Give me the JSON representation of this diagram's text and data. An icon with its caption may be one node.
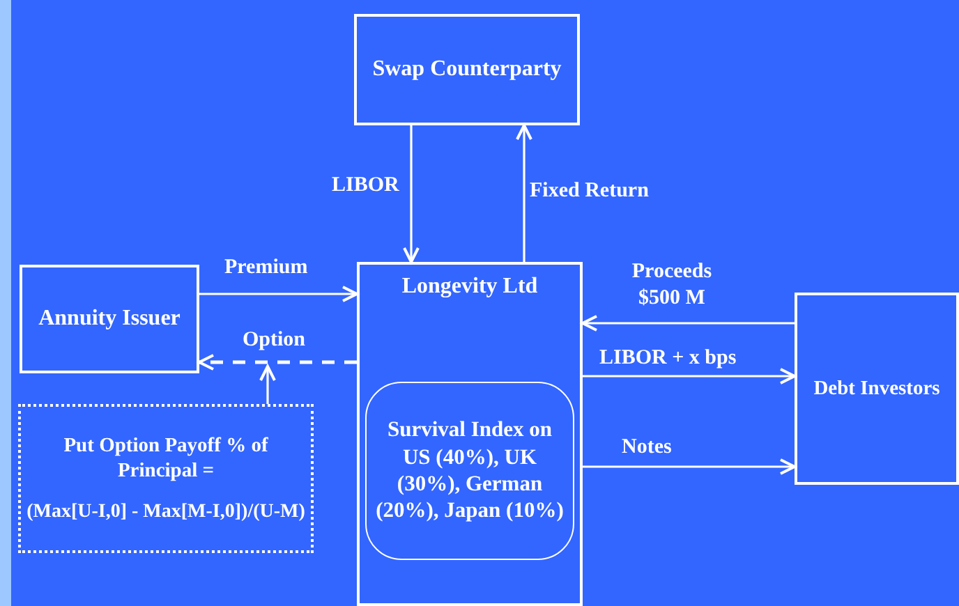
{
  "diagram": {
    "nodes": [
      {
        "text": [
          "Swap Counterparty"
        ]
      },
      {
        "text": [
          "Annuity Issuer"
        ]
      },
      {
        "text": [
          "Longevity Ltd"
        ]
      },
      {
        "text": [
          "Survival Index on US (40%), UK (30%), German (20%), Japan (10%)"
        ],
        "in": 2
      },
      {
        "text": [
          "Debt Investors"
        ]
      },
      {
        "text": [
          "Put Option Payoff % of Principal =",
          "(Max[U-I,0] - Max[M-I,0])/(U-M)"
        ]
      }
    ],
    "edges": [
      {
        "from": 0,
        "to": 2,
        "arrow": "to",
        "label": "LIBOR"
      },
      {
        "from": 2,
        "to": 0,
        "arrow": "to",
        "label": "Fixed Return"
      },
      {
        "from": 1,
        "to": 2,
        "arrow": "to",
        "label": "Premium"
      },
      {
        "from": 2,
        "to": 1,
        "arrow": "to",
        "label": "Option",
        "style": "dashed"
      },
      {
        "from": 4,
        "to": 2,
        "arrow": "to",
        "label": "Proceeds $500 M"
      },
      {
        "from": 2,
        "to": 4,
        "arrow": "to",
        "label": "LIBOR + x bps"
      },
      {
        "from": 2,
        "to": 4,
        "arrow": "to",
        "label": "Notes"
      },
      {
        "from": 5,
        "to": null,
        "arrow": "to"
      }
    ]
  }
}
